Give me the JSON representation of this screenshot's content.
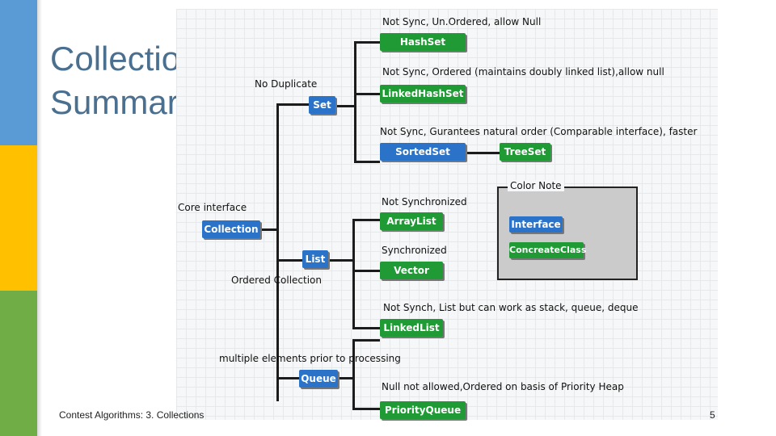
{
  "slide": {
    "title_line1": "Collection",
    "title_line2": "Summary",
    "footer": "Contest Algorithms: 3. Collections",
    "page_number": "5"
  },
  "colors": {
    "interface_blue": "#2a73c9",
    "class_green": "#1f9a35",
    "accent_blue": "#5b9bd5",
    "accent_yellow": "#ffc000",
    "accent_green": "#70ad47"
  },
  "diagram": {
    "core_label": "Core interface",
    "collection": "Collection",
    "set": "Set",
    "set_note": "No Duplicate",
    "list": "List",
    "list_note": "Ordered Collection",
    "queue": "Queue",
    "queue_note": "multiple elements prior to processing",
    "hashset": "HashSet",
    "hashset_note": "Not Sync, Un.Ordered, allow Null",
    "linkedhashset": "LinkedHashSet",
    "linkedhashset_note": "Not Sync, Ordered (maintains doubly linked list),allow null",
    "sortedset": "SortedSet",
    "sortedset_note": "Not Sync, Gurantees natural order (Comparable interface), faster",
    "treeset": "TreeSet",
    "arraylist": "ArrayList",
    "arraylist_note": "Not Synchronized",
    "vector": "Vector",
    "vector_note": "Synchronized",
    "linkedlist": "LinkedList",
    "linkedlist_note": "Not Synch, List but can work as stack, queue, deque",
    "priorityqueue": "PriorityQueue",
    "priorityqueue_note": "Null not allowed,Ordered on basis of Priority Heap",
    "color_note_title": "Color Note",
    "legend_interface": "Interface",
    "legend_class": "ConcreateClass"
  }
}
